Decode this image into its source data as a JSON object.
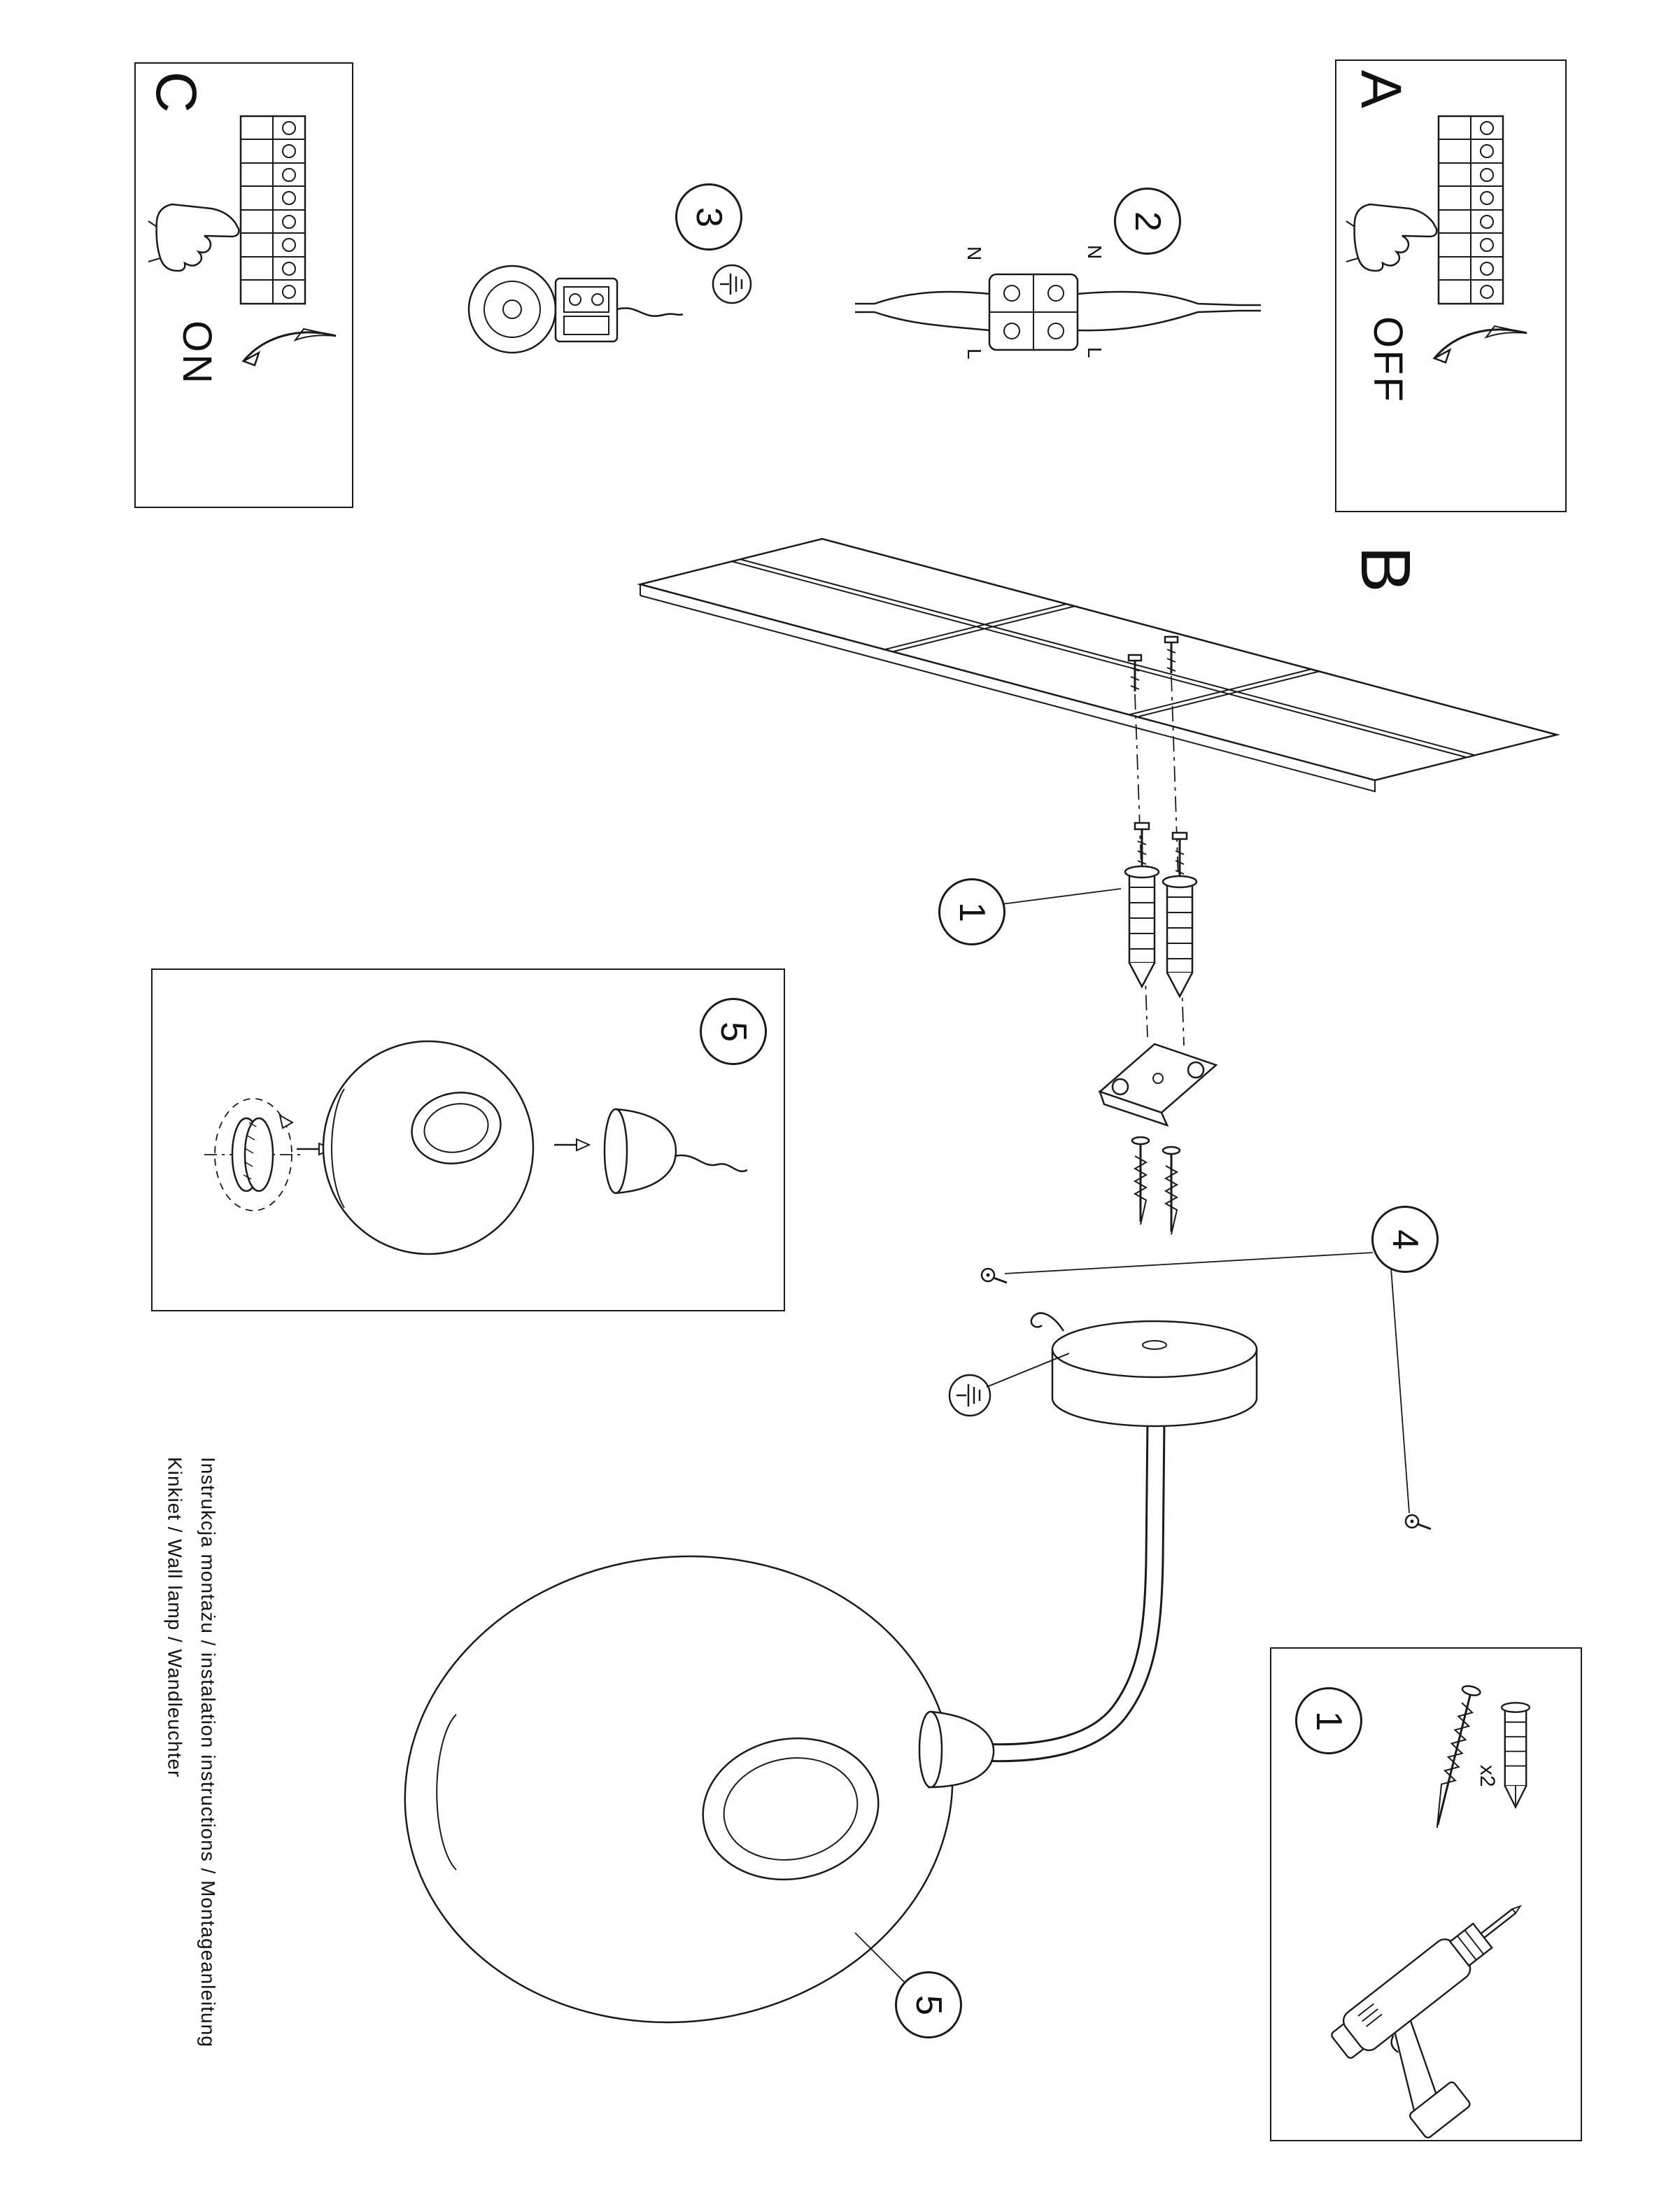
{
  "document": {
    "footer_line1": "Instrukcja montażu / instalation instructions / Montageanleitung",
    "footer_line2": "Kinkiet / Wall lamp / Wandleuchter"
  },
  "sections": {
    "a_label": "A",
    "b_label": "B",
    "c_label": "C",
    "power_on": "ON",
    "power_off": "OFF"
  },
  "step_circles": {
    "wall_anchors": "1",
    "wiring": "2",
    "lamp_holder": "3",
    "canopy": "4",
    "shade_box": "5",
    "shade_lamp": "5",
    "hardware_box": "1"
  },
  "wiring_labels": {
    "n_left": "N",
    "l_left": "L",
    "n_right": "N",
    "l_right": "L"
  },
  "hardware": {
    "plug_quantity": "x2"
  },
  "colors": {
    "line": "#1a1a1a",
    "paper": "#ffffff"
  }
}
